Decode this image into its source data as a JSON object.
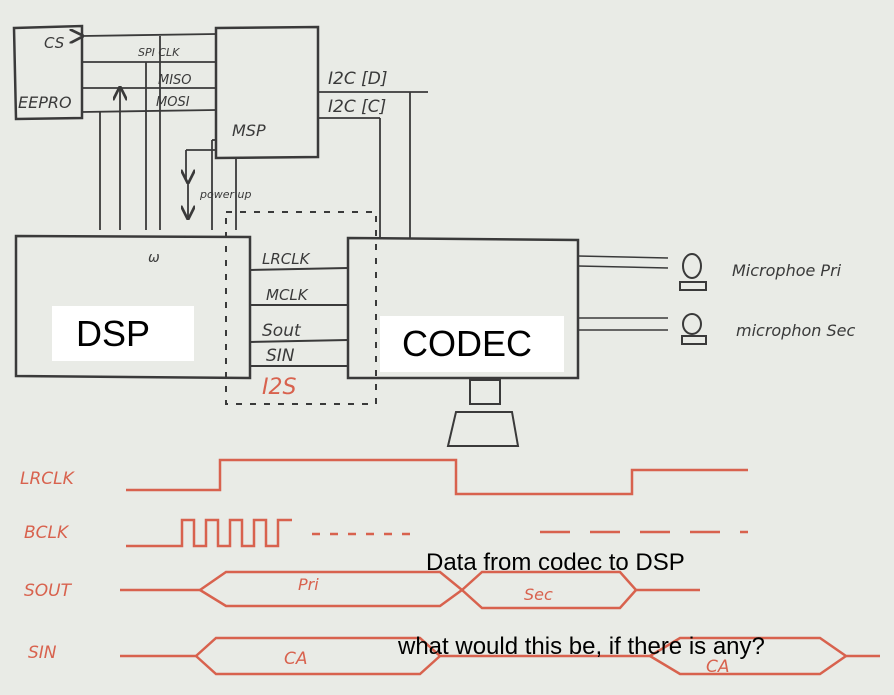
{
  "blocks": {
    "dsp": "DSP",
    "codec": "CODEC",
    "msp": "MSP",
    "eeprom": "EEPRO",
    "cs": "CS"
  },
  "spi_signals": [
    "SPI CLK",
    "MISO",
    "MOSI"
  ],
  "i2c_signals": [
    "I2C [D]",
    "I2C [C]"
  ],
  "power_label": "power up",
  "i2s_signals": [
    "LRCLK",
    "MCLK",
    "Sout",
    "SIN"
  ],
  "i2s_label": "I2S",
  "microphones": [
    "Microphoe Pri",
    "microphon Sec"
  ],
  "timing": {
    "signals": [
      "LRCLK",
      "BCLK",
      "SOUT",
      "SIN"
    ],
    "sout_data": [
      "Pri",
      "Sec"
    ],
    "sin_data": [
      "CA",
      "CA"
    ]
  },
  "annotations": {
    "sout_note": "Data from codec to DSP",
    "sin_note": "what would this be, if there is any?"
  },
  "colors": {
    "ink": "#3a3a3a",
    "red_ink": "#d8624e",
    "board": "#e9ebe6"
  }
}
